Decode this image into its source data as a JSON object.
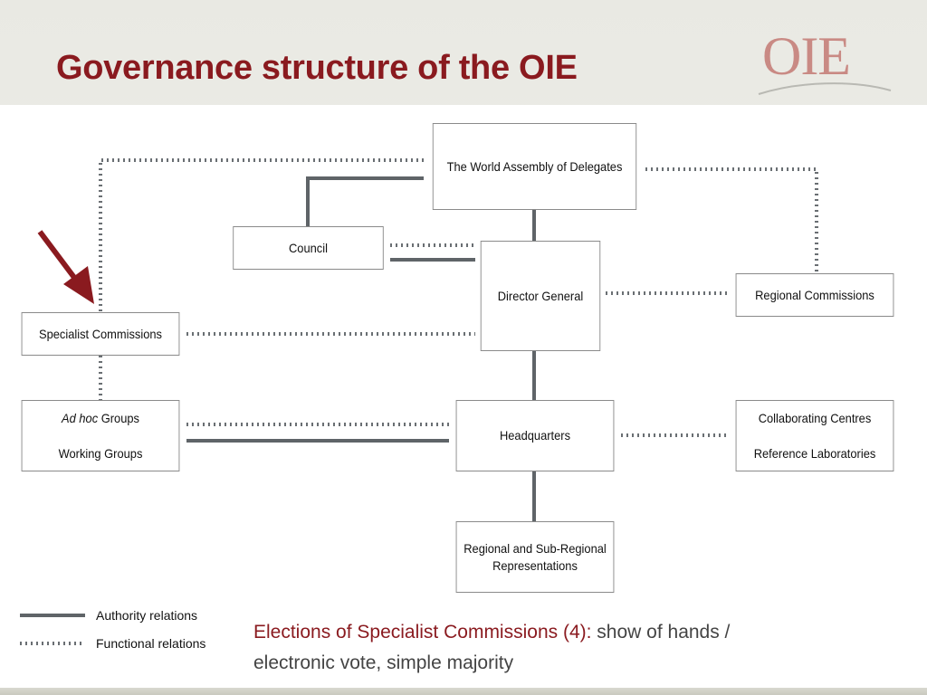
{
  "slide": {
    "title": "Governance structure of the OIE",
    "logo_text": "OIE",
    "colors": {
      "title": "#8a1a1f",
      "arrow": "#8a1a1f",
      "authority_line": "#5f6468",
      "functional_line": "#6a6f73"
    }
  },
  "diagram": {
    "nodes": {
      "assembly": "The World Assembly of Delegates",
      "council": "Council",
      "director_general": "Director General",
      "regional_commissions": "Regional Commissions",
      "specialist_commissions": "Specialist Commissions",
      "adhoc_groups": {
        "italic": "Ad hoc",
        "rest": " Groups"
      },
      "working_groups": "Working Groups",
      "headquarters": "Headquarters",
      "collaborating_centres": "Collaborating Centres",
      "reference_laboratories": "Reference Laboratories",
      "regional_representations": {
        "line1": "Regional and Sub-Regional",
        "line2": "Representations"
      }
    },
    "legend": {
      "authority": "Authority relations",
      "functional": "Functional relations"
    },
    "highlight_arrow_target": "specialist_commissions"
  },
  "caption": {
    "highlight": "Elections of Specialist Commissions (4):",
    "rest": " show of hands / electronic vote, simple majority"
  }
}
